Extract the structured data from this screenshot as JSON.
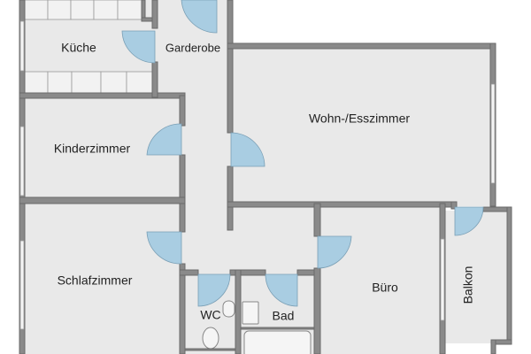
{
  "floorplan": {
    "rooms": [
      {
        "id": "kueche",
        "label": "Küche"
      },
      {
        "id": "garderobe",
        "label": "Garderobe"
      },
      {
        "id": "wohn",
        "label": "Wohn-/Esszimmer"
      },
      {
        "id": "kinder",
        "label": "Kinderzimmer"
      },
      {
        "id": "schlaf",
        "label": "Schlafzimmer"
      },
      {
        "id": "wc",
        "label": "WC"
      },
      {
        "id": "bad",
        "label": "Bad"
      },
      {
        "id": "buero",
        "label": "Büro"
      },
      {
        "id": "balkon",
        "label": "Balkon"
      }
    ],
    "colors": {
      "wall": "#8a8a8a",
      "floor": "#e9e9e9",
      "door": "#a9cde2"
    }
  }
}
